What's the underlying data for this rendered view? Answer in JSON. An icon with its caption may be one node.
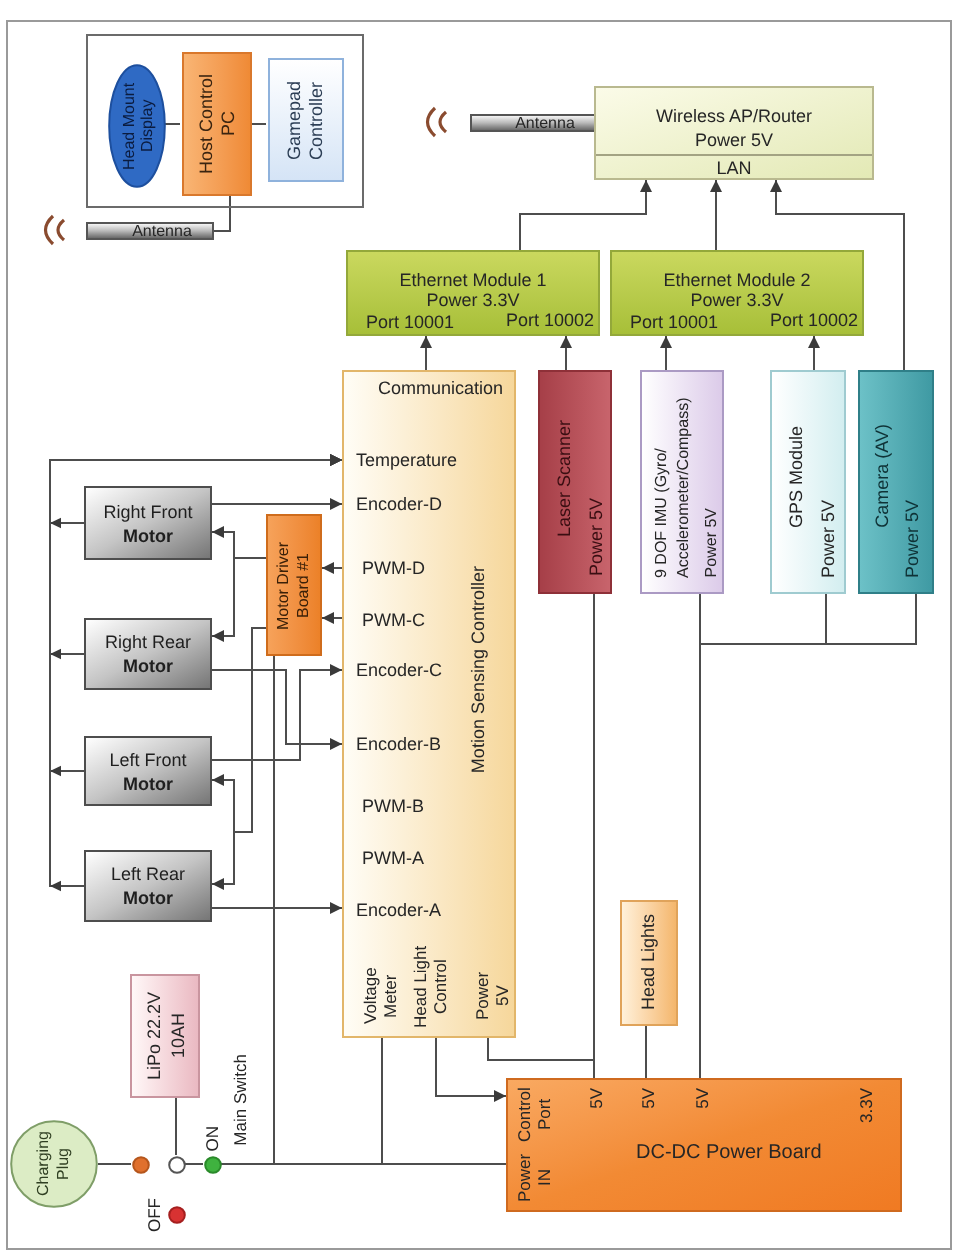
{
  "diagram": {
    "nodes": [
      {
        "text": [],
        "shape": "box"
      },
      {
        "text": [
          "Head Mount Display"
        ],
        "in": 0
      },
      {
        "text": [
          "Host Control PC"
        ],
        "in": 0
      },
      {
        "text": [
          "Gamepad Controller"
        ],
        "in": 0
      },
      {
        "text": [
          "Antenna"
        ]
      },
      {
        "text": [
          "Antenna"
        ]
      },
      {
        "text": [
          "Wireless AP/Router",
          "Power 5V",
          "LAN"
        ]
      },
      {
        "text": [
          "Ethernet Module 1",
          "Power 3.3V",
          "Port 10001",
          "Port 10002"
        ]
      },
      {
        "text": [
          "Ethernet Module 2",
          "Power 3.3V",
          "Port 10001",
          "Port 10002"
        ]
      },
      {
        "text": [
          "Communication",
          "Temperature",
          "Encoder-D",
          "PWM-D",
          "PWM-C",
          "Encoder-C",
          "Encoder-B",
          "PWM-B",
          "PWM-A",
          "Encoder-A",
          "Motion Sensing Controller",
          "Voltage Meter",
          "Head Light Control",
          "Power 5V"
        ]
      },
      {
        "text": [
          "Laser Scanner",
          "Power 5V"
        ]
      },
      {
        "text": [
          "9 DOF IMU (Gyro/ Accelerometer/Compass)",
          "Power 5V"
        ]
      },
      {
        "text": [
          "GPS Module",
          "Power 5V"
        ]
      },
      {
        "text": [
          "Camera (AV)",
          "Power 5V"
        ]
      },
      {
        "text": [
          "Right Front **Motor**"
        ]
      },
      {
        "text": [
          "Motor Driver Board #1"
        ]
      },
      {
        "text": [
          "Right Rear **Motor**"
        ]
      },
      {
        "text": [
          "Left Front **Motor**"
        ]
      },
      {
        "text": [
          "Left Rear **Motor**"
        ]
      },
      {
        "text": [
          "Head Lights"
        ]
      },
      {
        "text": [
          "LiPo 22.2V 10AH"
        ]
      },
      {
        "text": [
          "Control Port",
          "5V",
          "5V",
          "5V",
          "3.3V",
          "DC-DC Power Board",
          "Power IN"
        ]
      },
      {
        "text": [
          "Charging Plug"
        ]
      },
      {
        "text": [],
        "shape": "circle"
      },
      {
        "text": [],
        "shape": "circle"
      },
      {
        "text": [],
        "shape": "circle",
        "beside": [
          "ON"
        ]
      },
      {
        "text": [],
        "shape": "circle",
        "beside": [
          "OFF"
        ]
      }
    ],
    "edges": [
      {
        "from": 1,
        "to": 2,
        "arrow": "none"
      },
      {
        "from": 2,
        "to": 3,
        "arrow": "none"
      },
      {
        "from": 2,
        "to": 4,
        "arrow": "none"
      },
      {
        "from": 7,
        "to": 6,
        "arrow": "to"
      },
      {
        "from": 8,
        "to": 6,
        "arrow": "to"
      },
      {
        "from": 13,
        "to": 6,
        "arrow": "to"
      },
      {
        "from": 9,
        "to": 7,
        "arrow": "to"
      },
      {
        "from": 10,
        "to": 7,
        "arrow": "to"
      },
      {
        "from": 11,
        "to": 8,
        "arrow": "to"
      },
      {
        "from": 12,
        "to": 8,
        "arrow": "to"
      },
      {
        "from": 14,
        "to": 9,
        "arrow": "to"
      },
      {
        "from": 16,
        "to": 9,
        "arrow": "to"
      },
      {
        "from": 17,
        "to": 9,
        "arrow": "to"
      },
      {
        "from": 18,
        "to": 9,
        "arrow": "to"
      },
      {
        "from": 14,
        "to": 9,
        "arrow": "to"
      },
      {
        "from": 9,
        "to": 15,
        "arrow": "to"
      },
      {
        "from": 9,
        "to": 15,
        "arrow": "to"
      },
      {
        "from": 15,
        "to": 14,
        "arrow": "to"
      },
      {
        "from": 15,
        "to": 16,
        "arrow": "to"
      },
      {
        "from": 17,
        "to": 9,
        "arrow": "to"
      },
      {
        "from": 16,
        "to": 9,
        "arrow": "to"
      },
      {
        "from": 15,
        "to": 17,
        "arrow": "to"
      },
      {
        "from": 15,
        "to": 18,
        "arrow": "to"
      },
      {
        "from": 18,
        "to": 9,
        "arrow": "to"
      },
      {
        "from": 25,
        "to": 21,
        "arrow": "none"
      },
      {
        "from": 25,
        "to": 15,
        "arrow": "none"
      },
      {
        "from": 25,
        "to": 9,
        "arrow": "none"
      },
      {
        "from": 9,
        "to": 21,
        "arrow": "to"
      },
      {
        "from": 21,
        "to": 10,
        "arrow": "none"
      },
      {
        "from": 21,
        "to": 9,
        "arrow": "none"
      },
      {
        "from": 21,
        "to": 19,
        "arrow": "none"
      },
      {
        "from": 21,
        "to": 11,
        "arrow": "none"
      },
      {
        "from": 21,
        "to": 12,
        "arrow": "none"
      },
      {
        "from": 21,
        "to": 13,
        "arrow": "none"
      },
      {
        "from": 22,
        "to": 23,
        "arrow": "none"
      },
      {
        "from": 20,
        "to": 24,
        "arrow": "none"
      },
      {
        "from": 24,
        "to": 25,
        "arrow": "none"
      }
    ],
    "labels": [
      "Main Switch"
    ]
  }
}
